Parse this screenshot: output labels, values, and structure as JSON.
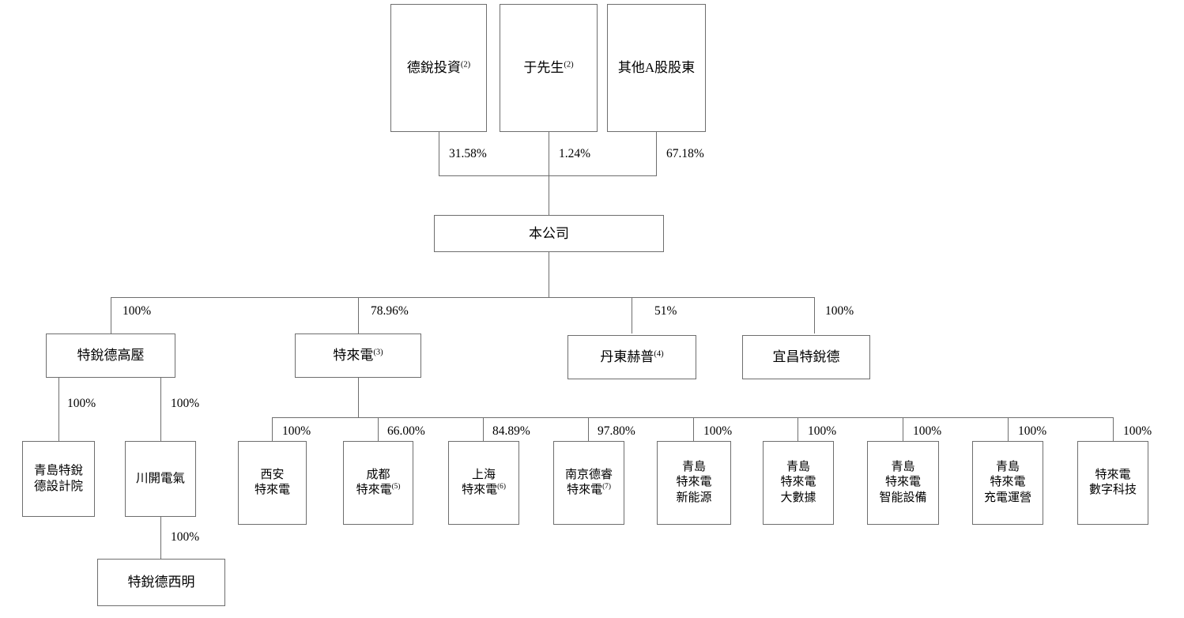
{
  "diagram": {
    "title": "Shareholding and corporate structure chart",
    "line_color": "#6e6e6e",
    "text_color": "#000000",
    "background": "#ffffff"
  },
  "shareholders": [
    {
      "id": "derui",
      "name": "德銳投資",
      "note": "(2)",
      "stake": "31.58%"
    },
    {
      "id": "mr-yu",
      "name": "于先生",
      "note": "(2)",
      "stake": "1.24%"
    },
    {
      "id": "other-a-share",
      "name": "其他A股股東",
      "note": "",
      "stake": "67.18%"
    }
  ],
  "company": {
    "id": "the-company",
    "name": "本公司"
  },
  "subsidiaries_level1": [
    {
      "id": "terui-high-voltage",
      "name": "特銳德高壓",
      "note": "",
      "stake": "100%"
    },
    {
      "id": "telaidian",
      "name": "特來電",
      "note": "(3)",
      "stake": "78.96%"
    },
    {
      "id": "dandong-hepu",
      "name": "丹東赫普",
      "note": "(4)",
      "stake": "51%"
    },
    {
      "id": "yichang-terui",
      "name": "宜昌特銳德",
      "note": "",
      "stake": "100%"
    }
  ],
  "high_voltage_children": [
    {
      "id": "qingdao-design-institute",
      "line1": "青島特銳",
      "line2": "德設計院",
      "note": "",
      "stake": "100%"
    },
    {
      "id": "chuankai-electric",
      "line1": "川開電氣",
      "line2": "",
      "note": "",
      "stake": "100%"
    }
  ],
  "chuankai_child": {
    "id": "terui-ximing",
    "name": "特銳德西明",
    "note": "",
    "stake": "100%"
  },
  "telaidian_children": [
    {
      "id": "xian-telaidian",
      "line1": "西安",
      "line2": "特來電",
      "line3": "",
      "note": "",
      "stake": "100%"
    },
    {
      "id": "chengdu-telaidian",
      "line1": "成都",
      "line2": "特來電",
      "line3": "",
      "note": "(5)",
      "stake": "66.00%"
    },
    {
      "id": "shanghai-telaidian",
      "line1": "上海",
      "line2": "特來電",
      "line3": "",
      "note": "(6)",
      "stake": "84.89%"
    },
    {
      "id": "nanjing-derui-telaidian",
      "line1": "南京德睿",
      "line2": "特來電",
      "line3": "",
      "note": "(7)",
      "stake": "97.80%"
    },
    {
      "id": "qingdao-new-energy",
      "line1": "青島",
      "line2": "特來電",
      "line3": "新能源",
      "note": "",
      "stake": "100%"
    },
    {
      "id": "qingdao-big-data",
      "line1": "青島",
      "line2": "特來電",
      "line3": "大數據",
      "note": "",
      "stake": "100%"
    },
    {
      "id": "qingdao-smart-equipment",
      "line1": "青島",
      "line2": "特來電",
      "line3": "智能設備",
      "note": "",
      "stake": "100%"
    },
    {
      "id": "qingdao-charging-ops",
      "line1": "青島",
      "line2": "特來電",
      "line3": "充電運營",
      "note": "",
      "stake": "100%"
    },
    {
      "id": "telaidian-digital",
      "line1": "特來電",
      "line2": "數字科技",
      "line3": "",
      "note": "",
      "stake": "100%"
    }
  ]
}
